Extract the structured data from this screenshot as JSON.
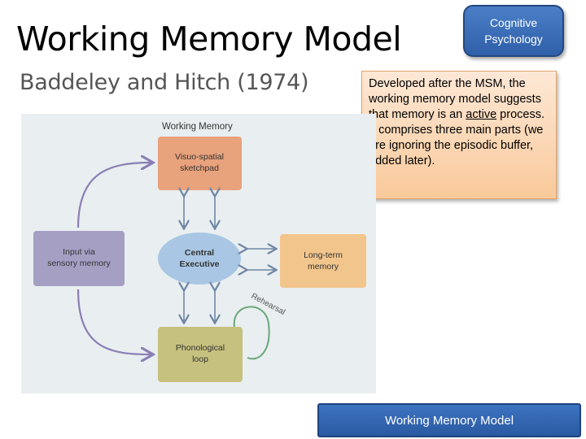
{
  "slide": {
    "title": "Working Memory Model",
    "subtitle": "Baddeley and Hitch (1974)"
  },
  "badge": {
    "line1": "Cognitive",
    "line2": "Psychology"
  },
  "note": {
    "text1": "Developed after the MSM, the working memory model suggests that memory is an ",
    "underlined": "active",
    "text2": " process.",
    "text3": "It comprises three main parts (we are ignoring the episodic buffer, added later)."
  },
  "diagram": {
    "heading": "Working Memory",
    "sketchpad_line1": "Visuo-spatial",
    "sketchpad_line2": "sketchpad",
    "input_line1": "Input via",
    "input_line2": "sensory memory",
    "executive_line1": "Central",
    "executive_line2": "Executive",
    "ltm_line1": "Long-term",
    "ltm_line2": "memory",
    "loop_line1": "Phonological",
    "loop_line2": "loop",
    "rehearsal": "Rehearsal"
  },
  "footer": {
    "label": "Working Memory Model"
  },
  "colors": {
    "badge_blue": "#2f5fa8",
    "note_orange": "#f9c99a",
    "sketchpad": "#e8a27c",
    "input": "#a59fc4",
    "executive": "#a9c7e4",
    "ltm": "#f2c58c",
    "loop": "#c6c17e",
    "arrow": "#6f87a6"
  }
}
